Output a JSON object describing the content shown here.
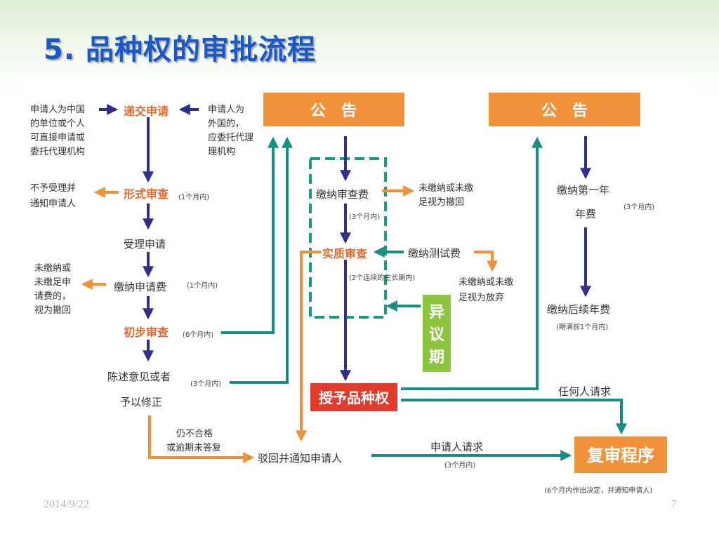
{
  "title": "5. 品种权的审批流程",
  "footer": {
    "date": "2014/9/22",
    "page": "7"
  },
  "colors": {
    "orange": "#f0923a",
    "teal": "#1a8e84",
    "navy": "#2e2f8e",
    "red": "#e13d2e",
    "green": "#8cc63f"
  },
  "diagram": {
    "announce_left": "公　告",
    "announce_right": "公　告",
    "domestic_note": [
      "申请人为中国",
      "的单位或个人",
      "可直接申请或",
      "委托代理机构"
    ],
    "foreign_note": [
      "申请人为",
      "外国的，",
      "应委托代理",
      "理机构"
    ],
    "submit": "递交申请",
    "reject_note": [
      "不予受理并",
      "通知申请人"
    ],
    "formal_review": "形式审查",
    "formal_time": "(1个月内)",
    "accept": "受理申请",
    "unpaid_app_note": [
      "未缴纳或",
      "未缴足申",
      "请费的，",
      "视为撤回"
    ],
    "pay_app_fee": "缴纳申请费",
    "pay_app_time": "(1个月内)",
    "prelim_review": "初步审查",
    "prelim_time": "(6个月内)",
    "statement": [
      "陈述意见或者",
      "予以修正"
    ],
    "statement_time": "(3个月内)",
    "still_fail": [
      "仍不合格",
      "或逾期未答复"
    ],
    "rejected": "驳回并通知申请人",
    "request_applicant": "申请人请求",
    "request_time": "(3个月内)",
    "reexam": "复审程序",
    "reexam_note": "(6个月内作出决定，并通知申请人)",
    "pay_exam_fee": "缴纳审查费",
    "exam_fee_time": "(3个月内)",
    "unpaid_exam_note": [
      "未缴纳或未缴",
      "足视为撤回"
    ],
    "substantive": "实质审查",
    "substantive_time": "(2个连续的生长期内)",
    "pay_test_fee": "缴纳测试费",
    "unpaid_test_note": [
      "未缴纳或未缴",
      "足视为放弃"
    ],
    "objection": [
      "异",
      "议",
      "期"
    ],
    "grant": "授予品种权",
    "anyone_request": "任何人请求",
    "first_year_fee": [
      "缴纳第一年",
      "年费"
    ],
    "first_year_time": "(3个月内)",
    "subsequent_fee": "缴纳后续年费",
    "subsequent_time": "(期满前1个月内)"
  }
}
